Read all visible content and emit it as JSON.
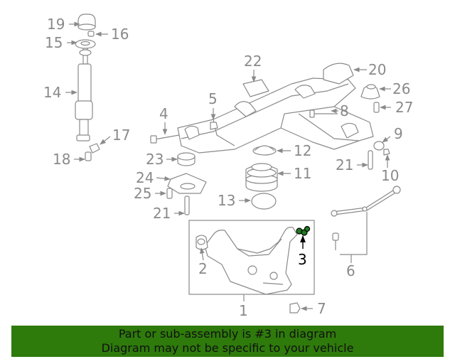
{
  "callouts": {
    "c1": "1",
    "c2": "2",
    "c3": "3",
    "c4": "4",
    "c5": "5",
    "c6": "6",
    "c7": "7",
    "c8": "8",
    "c9": "9",
    "c10": "10",
    "c11": "11",
    "c12": "12",
    "c13": "13",
    "c14": "14",
    "c15": "15",
    "c16": "16",
    "c17": "17",
    "c18": "18",
    "c19": "19",
    "c20": "20",
    "c21a": "21",
    "c21b": "21",
    "c22": "22",
    "c23": "23",
    "c24": "24",
    "c25": "25",
    "c26": "26",
    "c27": "27"
  },
  "highlight": {
    "part_number": "3",
    "color": "#2e7a0b"
  },
  "banner": {
    "line1": "Part or sub-assembly is #3 in diagram",
    "line2": "Diagram may not be specific to your vehicle",
    "color": "#2e7a0b"
  }
}
